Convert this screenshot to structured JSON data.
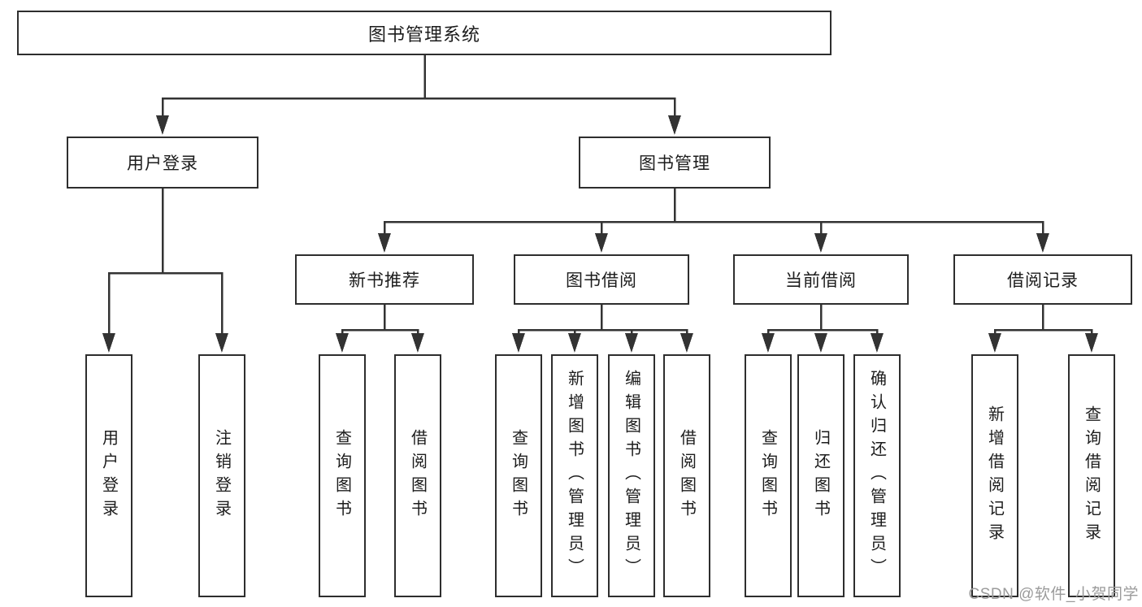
{
  "diagram": {
    "root": {
      "label": "图书管理系统"
    },
    "level2": [
      {
        "id": "user-login",
        "label": "用户登录"
      },
      {
        "id": "book-management",
        "label": "图书管理"
      }
    ],
    "level3": [
      {
        "id": "new-book-recommend",
        "label": "新书推荐",
        "parent": "图书管理"
      },
      {
        "id": "book-borrow",
        "label": "图书借阅",
        "parent": "图书管理"
      },
      {
        "id": "current-borrow",
        "label": "当前借阅",
        "parent": "图书管理"
      },
      {
        "id": "borrow-records",
        "label": "借阅记录",
        "parent": "图书管理"
      }
    ],
    "leaves": [
      {
        "label": "用户登录",
        "parent": "用户登录"
      },
      {
        "label": "注销登录",
        "parent": "用户登录"
      },
      {
        "label": "查询图书",
        "parent": "新书推荐"
      },
      {
        "label": "借阅图书",
        "parent": "新书推荐"
      },
      {
        "label": "查询图书",
        "parent": "图书借阅"
      },
      {
        "label": "新增图书（管理员）",
        "parent": "图书借阅"
      },
      {
        "label": "编辑图书（管理员）",
        "parent": "图书借阅"
      },
      {
        "label": "借阅图书",
        "parent": "图书借阅"
      },
      {
        "label": "查询图书",
        "parent": "当前借阅"
      },
      {
        "label": "归还图书",
        "parent": "当前借阅"
      },
      {
        "label": "确认归还（管理员）",
        "parent": "当前借阅"
      },
      {
        "label": "新增借阅记录",
        "parent": "借阅记录"
      },
      {
        "label": "查询借阅记录",
        "parent": "借阅记录"
      }
    ]
  },
  "watermark": {
    "text": "CSDN @软件_小贺同学"
  },
  "colors": {
    "line": "#333333",
    "box_border": "#2e2e2e",
    "box_fill": "#ffffff",
    "text": "#1c1c1c",
    "watermark": "#9b9b9b",
    "background": "#ffffff"
  }
}
